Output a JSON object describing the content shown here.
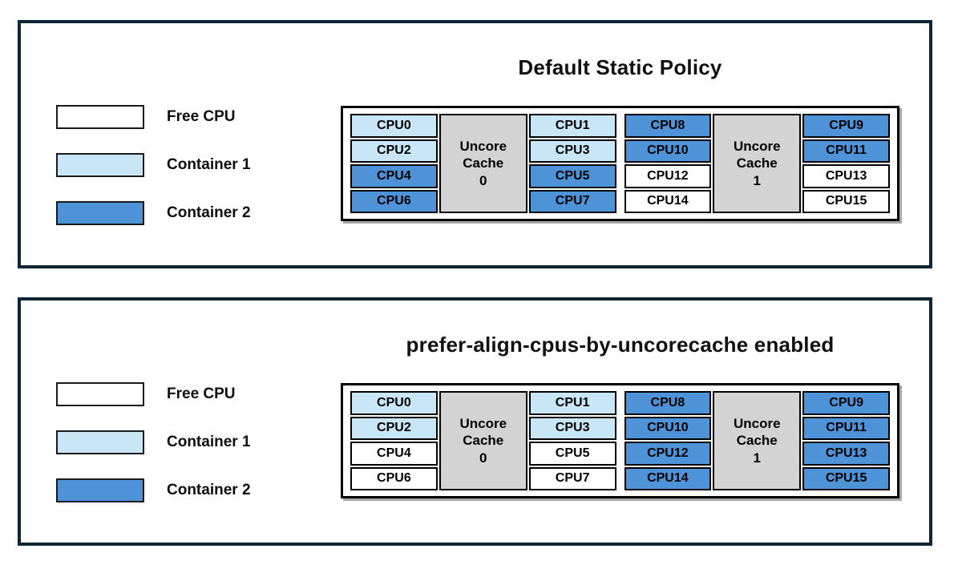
{
  "colors": {
    "free": "#ffffff",
    "container1": "#c8e6f5",
    "container2": "#4e92d8",
    "uncore_cache_fill": "#d3d3d3",
    "panel_border": "#0c2635",
    "cell_border": "#000000"
  },
  "legend": {
    "items": [
      {
        "label": "Free CPU",
        "state": "free"
      },
      {
        "label": "Container 1",
        "state": "container1"
      },
      {
        "label": "Container 2",
        "state": "container2"
      }
    ]
  },
  "panels": [
    {
      "title": "Default Static Policy",
      "groups": [
        {
          "cache_lines": [
            "Uncore",
            "Cache",
            "0"
          ],
          "left_cpus": [
            {
              "label": "CPU0",
              "state": "container1"
            },
            {
              "label": "CPU2",
              "state": "container1"
            },
            {
              "label": "CPU4",
              "state": "container2"
            },
            {
              "label": "CPU6",
              "state": "container2"
            }
          ],
          "right_cpus": [
            {
              "label": "CPU1",
              "state": "container1"
            },
            {
              "label": "CPU3",
              "state": "container1"
            },
            {
              "label": "CPU5",
              "state": "container2"
            },
            {
              "label": "CPU7",
              "state": "container2"
            }
          ]
        },
        {
          "cache_lines": [
            "Uncore",
            "Cache",
            "1"
          ],
          "left_cpus": [
            {
              "label": "CPU8",
              "state": "container2"
            },
            {
              "label": "CPU10",
              "state": "container2"
            },
            {
              "label": "CPU12",
              "state": "free"
            },
            {
              "label": "CPU14",
              "state": "free"
            }
          ],
          "right_cpus": [
            {
              "label": "CPU9",
              "state": "container2"
            },
            {
              "label": "CPU11",
              "state": "container2"
            },
            {
              "label": "CPU13",
              "state": "free"
            },
            {
              "label": "CPU15",
              "state": "free"
            }
          ]
        }
      ]
    },
    {
      "title": "prefer-align-cpus-by-uncorecache enabled",
      "groups": [
        {
          "cache_lines": [
            "Uncore",
            "Cache",
            "0"
          ],
          "left_cpus": [
            {
              "label": "CPU0",
              "state": "container1"
            },
            {
              "label": "CPU2",
              "state": "container1"
            },
            {
              "label": "CPU4",
              "state": "free"
            },
            {
              "label": "CPU6",
              "state": "free"
            }
          ],
          "right_cpus": [
            {
              "label": "CPU1",
              "state": "container1"
            },
            {
              "label": "CPU3",
              "state": "container1"
            },
            {
              "label": "CPU5",
              "state": "free"
            },
            {
              "label": "CPU7",
              "state": "free"
            }
          ]
        },
        {
          "cache_lines": [
            "Uncore",
            "Cache",
            "1"
          ],
          "left_cpus": [
            {
              "label": "CPU8",
              "state": "container2"
            },
            {
              "label": "CPU10",
              "state": "container2"
            },
            {
              "label": "CPU12",
              "state": "container2"
            },
            {
              "label": "CPU14",
              "state": "container2"
            }
          ],
          "right_cpus": [
            {
              "label": "CPU9",
              "state": "container2"
            },
            {
              "label": "CPU11",
              "state": "container2"
            },
            {
              "label": "CPU13",
              "state": "container2"
            },
            {
              "label": "CPU15",
              "state": "container2"
            }
          ]
        }
      ]
    }
  ]
}
